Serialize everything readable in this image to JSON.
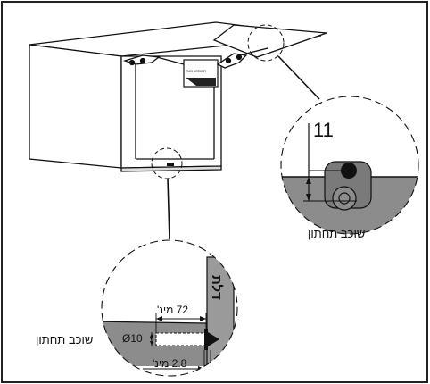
{
  "labels": {
    "upper_dimension": "11",
    "upper_caption": "שוכב תחתון",
    "door": "דלת",
    "depth_72": "72 מינ'",
    "diameter": "Ø10",
    "lower_caption": "שוכב תחתון",
    "depth_28": "2.8 מינ'",
    "mechanism_brand": "SCHIEDER"
  },
  "colors": {
    "line": "#111111",
    "shelf_gray": "#8c8c8c",
    "door_gray": "#9a9a9a",
    "frame": "#222222"
  }
}
